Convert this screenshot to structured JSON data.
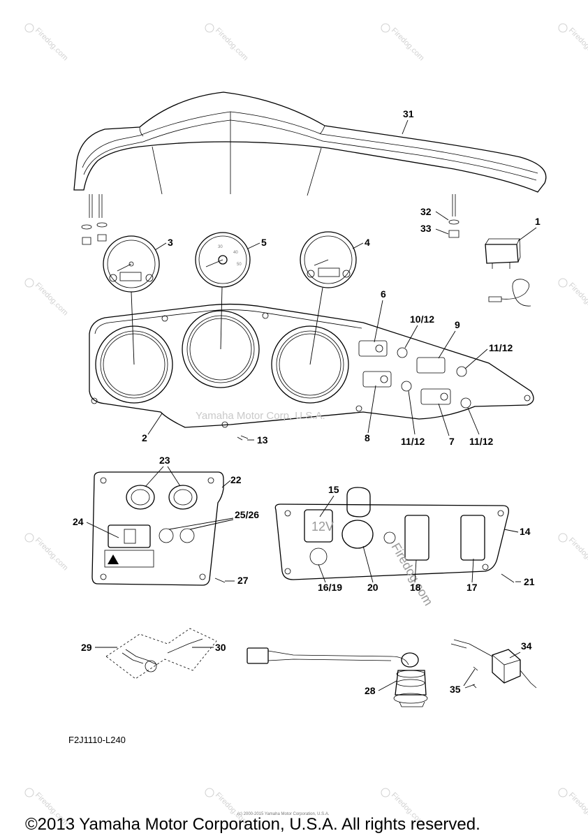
{
  "watermarks": {
    "firedog": "Firedog.com",
    "firedog_body": "Firedog.com",
    "yamaha": "Yamaha Motor Corp, U.S.A."
  },
  "callouts": {
    "c31": "31",
    "c32": "32",
    "c33": "33",
    "c1": "1",
    "c3": "3",
    "c5": "5",
    "c4": "4",
    "c6": "6",
    "c10_12": "10/12",
    "c9": "9",
    "c11_12_a": "11/12",
    "c2": "2",
    "c13": "13",
    "c8": "8",
    "c11_12_b": "11/12",
    "c7": "7",
    "c11_12_c": "11/12",
    "c23": "23",
    "c22": "22",
    "c24": "24",
    "c25_26": "25/26",
    "c27": "27",
    "c15": "15",
    "c14": "14",
    "c16_19": "16/19",
    "c20": "20",
    "c18": "18",
    "c17": "17",
    "c21": "21",
    "c29": "29",
    "c30": "30",
    "c28": "28",
    "c34": "34",
    "c35": "35"
  },
  "diagram_code": "F2J1110-L240",
  "outlet_label": "12V",
  "fine_print": "(c) 2000-2015 Yamaha Motor Corporation, U.S.A.",
  "copyright": "©2013 Yamaha Motor Corporation, U.S.A. All rights reserved."
}
